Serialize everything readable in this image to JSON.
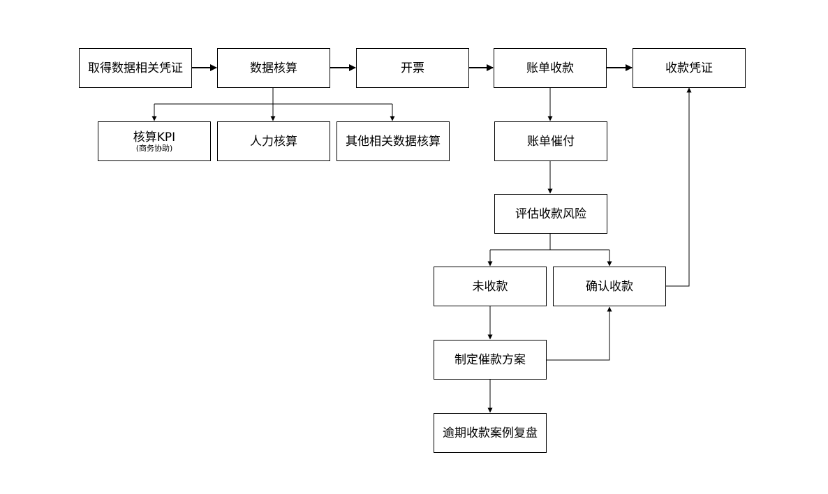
{
  "nodes": {
    "n1": {
      "label": "取得数据相关凭证"
    },
    "n2": {
      "label": "数据核算"
    },
    "n3": {
      "label": "开票"
    },
    "n4": {
      "label": "账单收款"
    },
    "n5": {
      "label": "收款凭证"
    },
    "n6": {
      "label": "核算KPI",
      "sub": "(商务协助)"
    },
    "n7": {
      "label": "人力核算"
    },
    "n8": {
      "label": "其他相关数据核算"
    },
    "n9": {
      "label": "账单催付"
    },
    "n10": {
      "label": "评估收款风险"
    },
    "n11": {
      "label": "未收款"
    },
    "n12": {
      "label": "确认收款"
    },
    "n13": {
      "label": "制定催款方案"
    },
    "n14": {
      "label": "逾期收款案例复盘"
    }
  },
  "edges": [
    {
      "from": "取得数据相关凭证",
      "to": "数据核算"
    },
    {
      "from": "数据核算",
      "to": "开票"
    },
    {
      "from": "开票",
      "to": "账单收款"
    },
    {
      "from": "账单收款",
      "to": "收款凭证"
    },
    {
      "from": "数据核算",
      "to": "核算KPI"
    },
    {
      "from": "数据核算",
      "to": "人力核算"
    },
    {
      "from": "数据核算",
      "to": "其他相关数据核算"
    },
    {
      "from": "账单收款",
      "to": "账单催付"
    },
    {
      "from": "账单催付",
      "to": "评估收款风险"
    },
    {
      "from": "评估收款风险",
      "to": "未收款"
    },
    {
      "from": "评估收款风险",
      "to": "确认收款"
    },
    {
      "from": "未收款",
      "to": "制定催款方案"
    },
    {
      "from": "制定催款方案",
      "to": "确认收款"
    },
    {
      "from": "制定催款方案",
      "to": "逾期收款案例复盘"
    },
    {
      "from": "确认收款",
      "to": "收款凭证"
    }
  ]
}
